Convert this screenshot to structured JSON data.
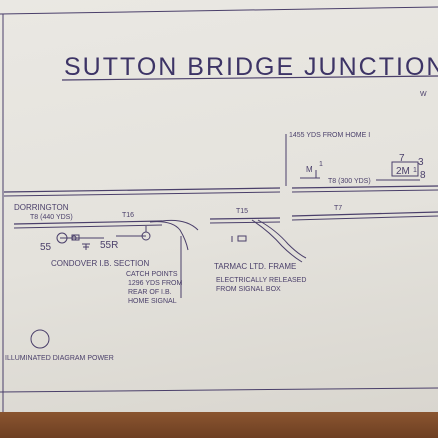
{
  "title": "SUTTON BRIDGE JUNCTION",
  "title_fragment": "W",
  "labels": {
    "dorrington": "DORRINGTON",
    "t8_left": "T8 (440 YDS)",
    "t16": "T16",
    "t15": "T15",
    "t7": "T7",
    "t8_right": "T8 (300 YDS)",
    "signal_55": "55",
    "signal_55r": "55R",
    "condover": "CONDOVER I.B. SECTION",
    "catch_points": [
      "CATCH POINTS",
      "1296 YDS FROM",
      "REAR OF I.B.",
      "HOME SIGNAL"
    ],
    "tarmac": "TARMAC LTD. FRAME",
    "released": [
      "ELECTRICALLY RELEASED",
      "FROM SIGNAL BOX"
    ],
    "distance_from_home": "1455 YDS FROM HOME I",
    "m1": "M",
    "m1_sup": "1",
    "sig_7": "7",
    "sig_3": "3",
    "sig_2m": "2M",
    "sig_1": "1",
    "sig_8": "8",
    "illuminated": "ILLUMINATED DIAGRAM POWER"
  },
  "colors": {
    "ink": "#4a3f6a",
    "paper": "#e6e4de",
    "table": "#7a4a2a"
  }
}
